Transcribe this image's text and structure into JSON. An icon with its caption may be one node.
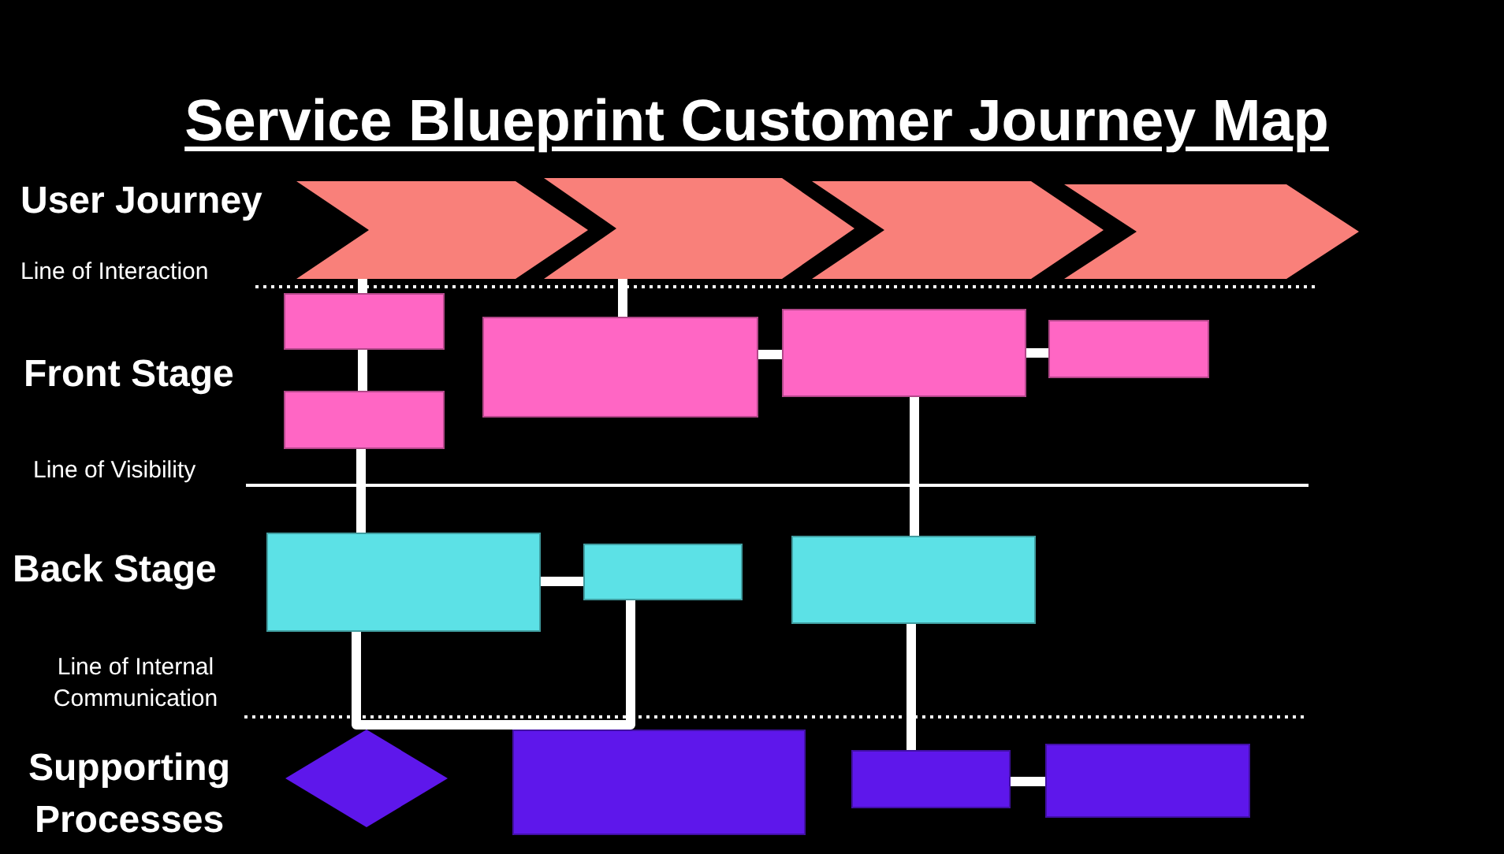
{
  "diagram": {
    "title": "Service Blueprint Customer Journey Map",
    "nodes": [
      {
        "text": [],
        "shape": "chevron"
      },
      {
        "text": [],
        "shape": "chevron"
      },
      {
        "text": [],
        "shape": "chevron"
      },
      {
        "text": [],
        "shape": "chevron"
      },
      {
        "text": [],
        "shape": "box"
      },
      {
        "text": [],
        "shape": "box"
      },
      {
        "text": [],
        "shape": "box"
      },
      {
        "text": [],
        "shape": "box"
      },
      {
        "text": [],
        "shape": "box"
      },
      {
        "text": [],
        "shape": "box"
      },
      {
        "text": [],
        "shape": "box"
      },
      {
        "text": [],
        "shape": "box"
      },
      {
        "text": [],
        "shape": "diamond"
      },
      {
        "text": [],
        "shape": "box"
      },
      {
        "text": [],
        "shape": "box"
      },
      {
        "text": [],
        "shape": "box"
      }
    ],
    "edges": [
      {
        "from": 0,
        "to": 4,
        "arrow": "none"
      },
      {
        "from": 4,
        "to": 5,
        "arrow": "none"
      },
      {
        "from": 5,
        "to": 9,
        "arrow": "none"
      },
      {
        "from": 1,
        "to": 6,
        "arrow": "none"
      },
      {
        "from": 6,
        "to": 7,
        "arrow": "none"
      },
      {
        "from": 7,
        "to": 8,
        "arrow": "none"
      },
      {
        "from": 7,
        "to": 11,
        "arrow": "none"
      },
      {
        "from": 9,
        "to": 10,
        "arrow": "none"
      },
      {
        "from": 9,
        "to": 10,
        "arrow": "none"
      },
      {
        "from": 11,
        "to": 14,
        "arrow": "none"
      },
      {
        "from": 14,
        "to": 15,
        "arrow": "none"
      }
    ],
    "labels": [
      "User Journey",
      "Line of Interaction",
      "Front Stage",
      "Line of Visibility",
      "Back Stage",
      "Line of Internal Communication",
      "Supporting Processes"
    ]
  }
}
